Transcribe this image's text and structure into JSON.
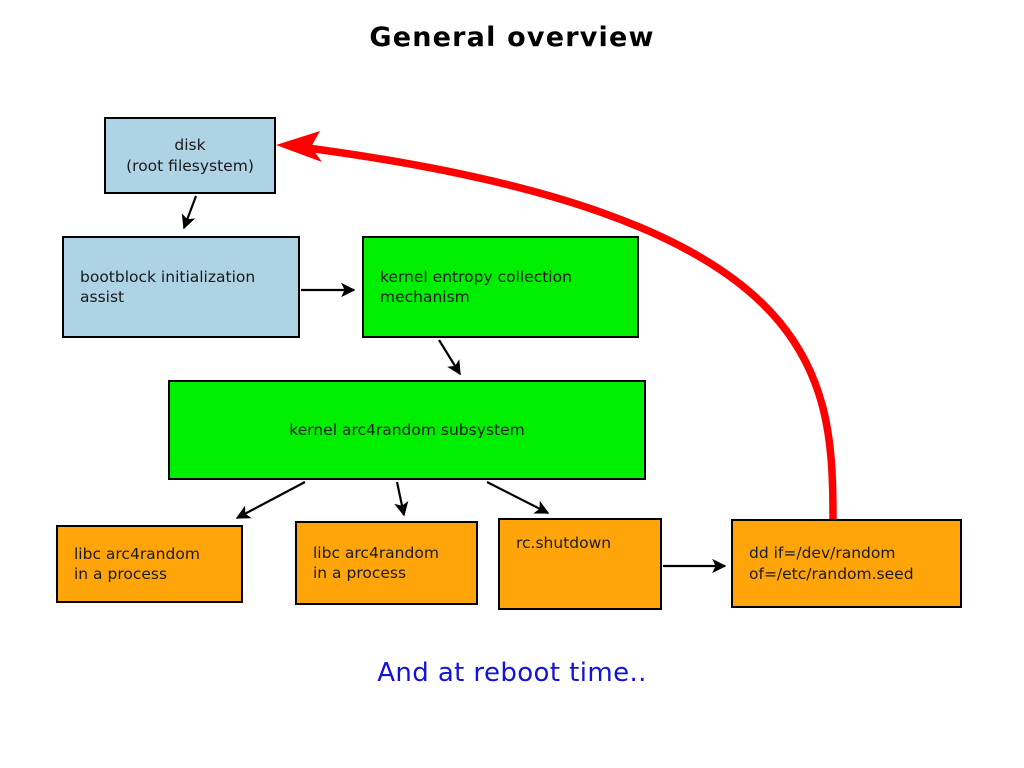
{
  "slide": {
    "title": "General overview",
    "footnote": "And at reboot time..",
    "footnote_color": "#1212dd",
    "background": "#ffffff"
  },
  "palette": {
    "blue_fill": "#ADD3E4",
    "green_fill": "#00EE00",
    "orange_fill": "#FFA50A",
    "border": "#000000",
    "arrow_black": "#000000",
    "arrow_red": "#FF0000",
    "text": "#1a1a1a"
  },
  "nodes": [
    {
      "id": "disk",
      "label": "disk\n(root filesystem)",
      "fill": "#ADD3E4",
      "align": "center"
    },
    {
      "id": "bootblock",
      "label": "bootblock initialization\nassist",
      "fill": "#ADD3E4",
      "align": "left"
    },
    {
      "id": "entropy",
      "label": "kernel entropy collection\nmechanism",
      "fill": "#00EE00",
      "align": "left"
    },
    {
      "id": "subsystem",
      "label": "kernel arc4random subsystem",
      "fill": "#00EE00",
      "align": "center"
    },
    {
      "id": "libc1",
      "label": "libc arc4random\nin a process",
      "fill": "#FFA50A",
      "align": "left"
    },
    {
      "id": "libc2",
      "label": "libc arc4random\nin a process",
      "fill": "#FFA50A",
      "align": "left"
    },
    {
      "id": "rcshutdown",
      "label": "rc.shutdown",
      "fill": "#FFA50A",
      "align": "left-top"
    },
    {
      "id": "dd",
      "label": "dd if=/dev/random\n     of=/etc/random.seed",
      "fill": "#FFA50A",
      "align": "left"
    }
  ],
  "edges": [
    {
      "id": "disk-to-bootblock",
      "from": "disk",
      "to": "bootblock",
      "color": "#000000",
      "style": "straight"
    },
    {
      "id": "bootblock-to-entropy",
      "from": "bootblock",
      "to": "entropy",
      "color": "#000000",
      "style": "straight"
    },
    {
      "id": "entropy-to-subsystem",
      "from": "entropy",
      "to": "subsystem",
      "color": "#000000",
      "style": "straight"
    },
    {
      "id": "subsystem-to-libc1",
      "from": "subsystem",
      "to": "libc1",
      "color": "#000000",
      "style": "straight"
    },
    {
      "id": "subsystem-to-libc2",
      "from": "subsystem",
      "to": "libc2",
      "color": "#000000",
      "style": "straight"
    },
    {
      "id": "subsystem-to-rcshutdown",
      "from": "subsystem",
      "to": "rcshutdown",
      "color": "#000000",
      "style": "straight"
    },
    {
      "id": "rcshutdown-to-dd",
      "from": "rcshutdown",
      "to": "dd",
      "color": "#000000",
      "style": "straight"
    },
    {
      "id": "dd-to-disk-reboot",
      "from": "dd",
      "to": "disk",
      "color": "#FF0000",
      "style": "curved"
    }
  ]
}
